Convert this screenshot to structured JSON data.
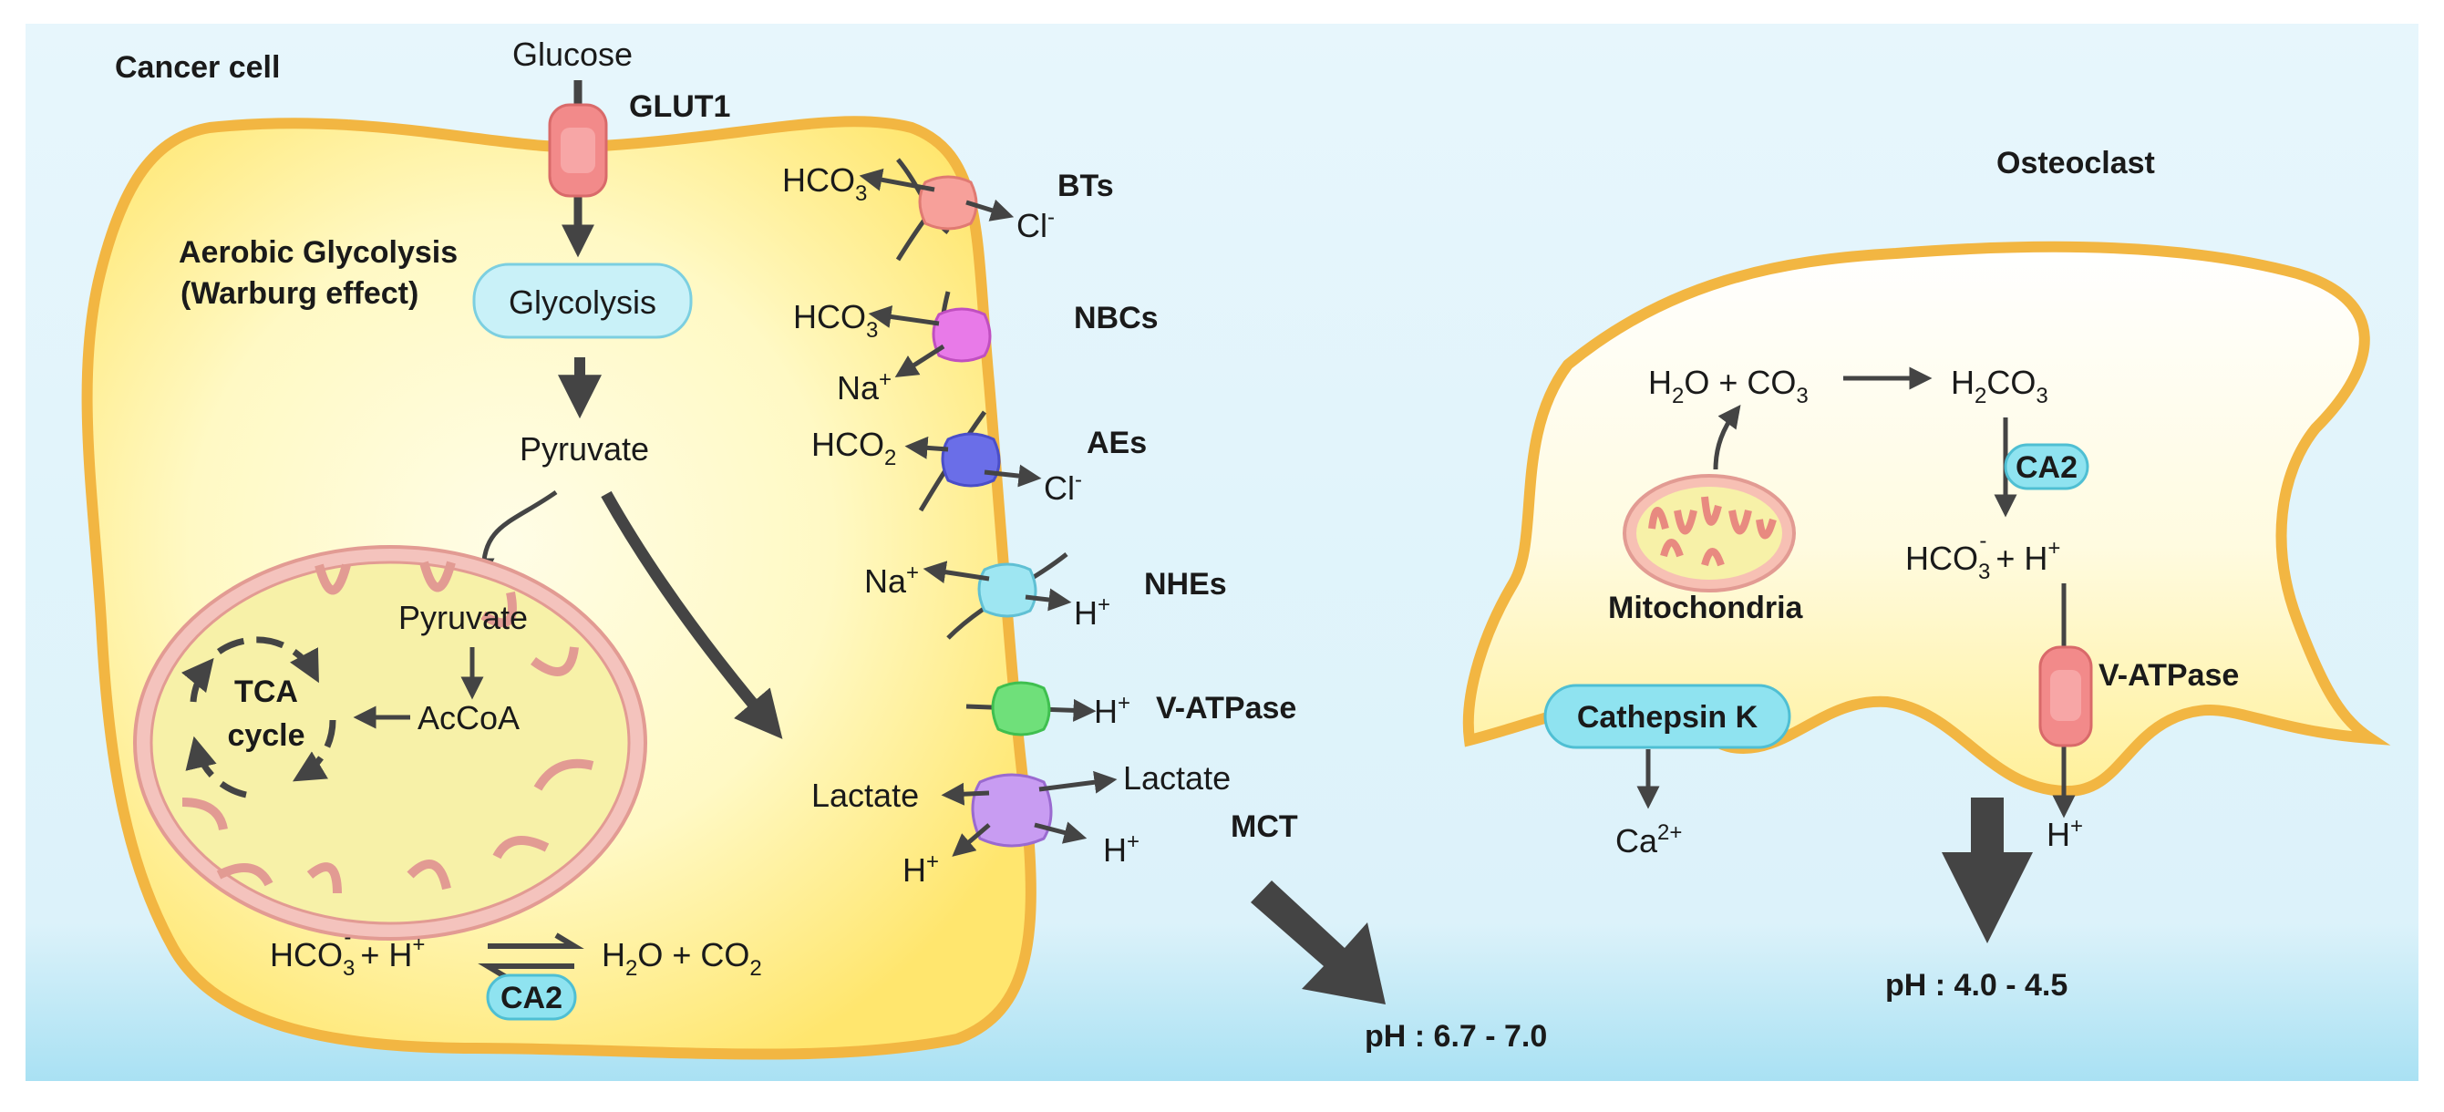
{
  "cancer_cell": {
    "title": "Cancer cell",
    "glucose": "Glucose",
    "glut1": "GLUT1",
    "aerobic_1": "Aerobic Glycolysis",
    "aerobic_2": "(Warburg effect)",
    "glycolysis": "Glycolysis",
    "pyruvate": "Pyruvate",
    "mito_pyruvate": "Pyruvate",
    "accoa": "AcCoA",
    "tca_1": "TCA",
    "tca_2": "cycle",
    "lactate_in": "Lactate",
    "lactate_out": "Lactate",
    "h_mct_in": "H",
    "h_mct_out": "H",
    "mct": "MCT",
    "bts": "BTs",
    "nbcs": "NBCs",
    "aes": "AEs",
    "nhes": "NHEs",
    "vatpase": "V-ATPase",
    "h_vatpase": "H",
    "bt_hco": "HCO",
    "bt_hco_sub": "3",
    "bt_cl": "Cl",
    "bt_cl_sup": "-",
    "nbc_hco": "HCO",
    "nbc_hco_sub": "3",
    "nbc_na": "Na",
    "ae_hco": "HCO",
    "ae_hco_sub": "2",
    "ae_cl": "Cl",
    "ae_cl_sup": "-",
    "nhe_na": "Na",
    "nhe_h": "H",
    "eq_left": "HCO",
    "eq_left_sub": "3",
    "eq_left_sup": "-",
    "eq_h": "+ H",
    "eq_right": "H",
    "eq_right_sub": "2",
    "eq_right_2": "O + CO",
    "eq_right_sub2": "2",
    "ca2": "CA2",
    "plus_sup": "+"
  },
  "extracellular": {
    "ph_tumor": "pH : 6.7 - 7.0",
    "ph_osteo": "pH : 4.0 - 4.5"
  },
  "osteoclast": {
    "title": "Osteoclast",
    "h2o_h": "H",
    "h2o_sub": "2",
    "h2o_rest": "O + CO",
    "co3_sub": "3",
    "h2co3_h": "H",
    "h2co3_sub": "2",
    "h2co3_co": "CO",
    "h2co3_sub2": "3",
    "ca2": "CA2",
    "hco3_left": "HCO",
    "hco3_sub": "3",
    "hco3_sup": "-",
    "hco3_plus": "+ H",
    "mitochondria": "Mitochondria",
    "cathepsin": "Cathepsin K",
    "ca_ion": "Ca",
    "ca_ion_sup": "2+",
    "vatpase": "V-ATPase",
    "h_out": "H",
    "plus_sup": "+"
  },
  "colors": {
    "background": "#dff3fb",
    "cell_fill": "#fff7b0",
    "cell_border": "#f2b642",
    "mito_fill": "#f7f1a6",
    "mito_border": "#e9a7a0",
    "arrow": "#444444",
    "cyan_bubble": "#8fe3f0",
    "glut": "#f28a8a"
  }
}
